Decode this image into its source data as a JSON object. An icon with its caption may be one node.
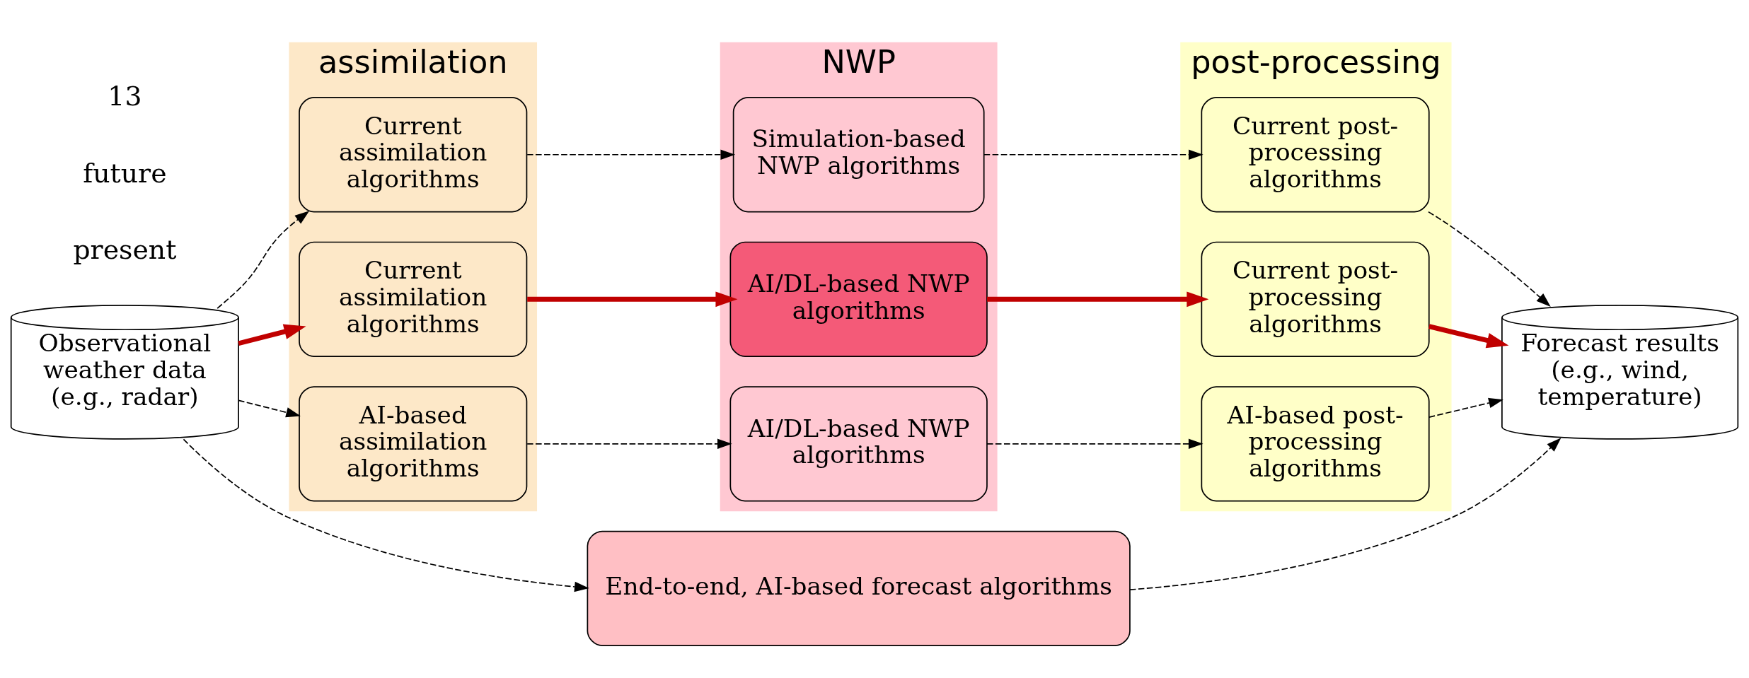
{
  "diagram": {
    "nodes": [
      {
        "text": [
          "Observational weather data (e.g., radar)"
        ]
      },
      {
        "text": [
          "assimilation"
        ]
      },
      {
        "text": [
          "Current assimilation algorithms"
        ],
        "in": 1
      },
      {
        "text": [
          "Current assimilation algorithms"
        ],
        "in": 1
      },
      {
        "text": [
          "AI-based assimilation algorithms"
        ],
        "in": 1
      },
      {
        "text": [
          "NWP"
        ]
      },
      {
        "text": [
          "Simulation-based NWP algorithms"
        ],
        "in": 5
      },
      {
        "text": [
          "AI/DL-based NWP algorithms"
        ],
        "in": 5
      },
      {
        "text": [
          "AI/DL-based NWP algorithms"
        ],
        "in": 5
      },
      {
        "text": [
          "post-processing"
        ]
      },
      {
        "text": [
          "Current post-processing algorithms"
        ],
        "in": 9
      },
      {
        "text": [
          "Current post-processing algorithms"
        ],
        "in": 9
      },
      {
        "text": [
          "AI-based post-processing algorithms"
        ],
        "in": 9
      },
      {
        "text": [
          "Forecast results (e.g., wind, temperature)"
        ]
      },
      {
        "text": [
          "End-to-end, AI-based forecast algorithms"
        ]
      }
    ],
    "edges": [
      {
        "from": 0,
        "to": 2,
        "arrow": "to",
        "style": "dashed"
      },
      {
        "from": 0,
        "to": 3,
        "arrow": "to",
        "style": "thick",
        "color": "#c00000"
      },
      {
        "from": 0,
        "to": 4,
        "arrow": "to",
        "style": "dashed"
      },
      {
        "from": 0,
        "to": 14,
        "arrow": "to",
        "style": "dashed"
      },
      {
        "from": 2,
        "to": 6,
        "arrow": "to",
        "style": "dashed"
      },
      {
        "from": 3,
        "to": 7,
        "arrow": "to",
        "style": "thick",
        "color": "#c00000"
      },
      {
        "from": 4,
        "to": 8,
        "arrow": "to",
        "style": "dashed"
      },
      {
        "from": 6,
        "to": 10,
        "arrow": "to",
        "style": "dashed"
      },
      {
        "from": 7,
        "to": 11,
        "arrow": "to",
        "style": "thick",
        "color": "#c00000"
      },
      {
        "from": 8,
        "to": 12,
        "arrow": "to",
        "style": "dashed"
      },
      {
        "from": 10,
        "to": 13,
        "arrow": "to",
        "style": "dashed"
      },
      {
        "from": 11,
        "to": 13,
        "arrow": "to",
        "style": "thick",
        "color": "#c00000"
      },
      {
        "from": 12,
        "to": 13,
        "arrow": "to",
        "style": "dashed"
      },
      {
        "from": 14,
        "to": 13,
        "arrow": "to",
        "style": "dashed"
      }
    ],
    "labels": [
      "present",
      "future",
      "13"
    ]
  }
}
